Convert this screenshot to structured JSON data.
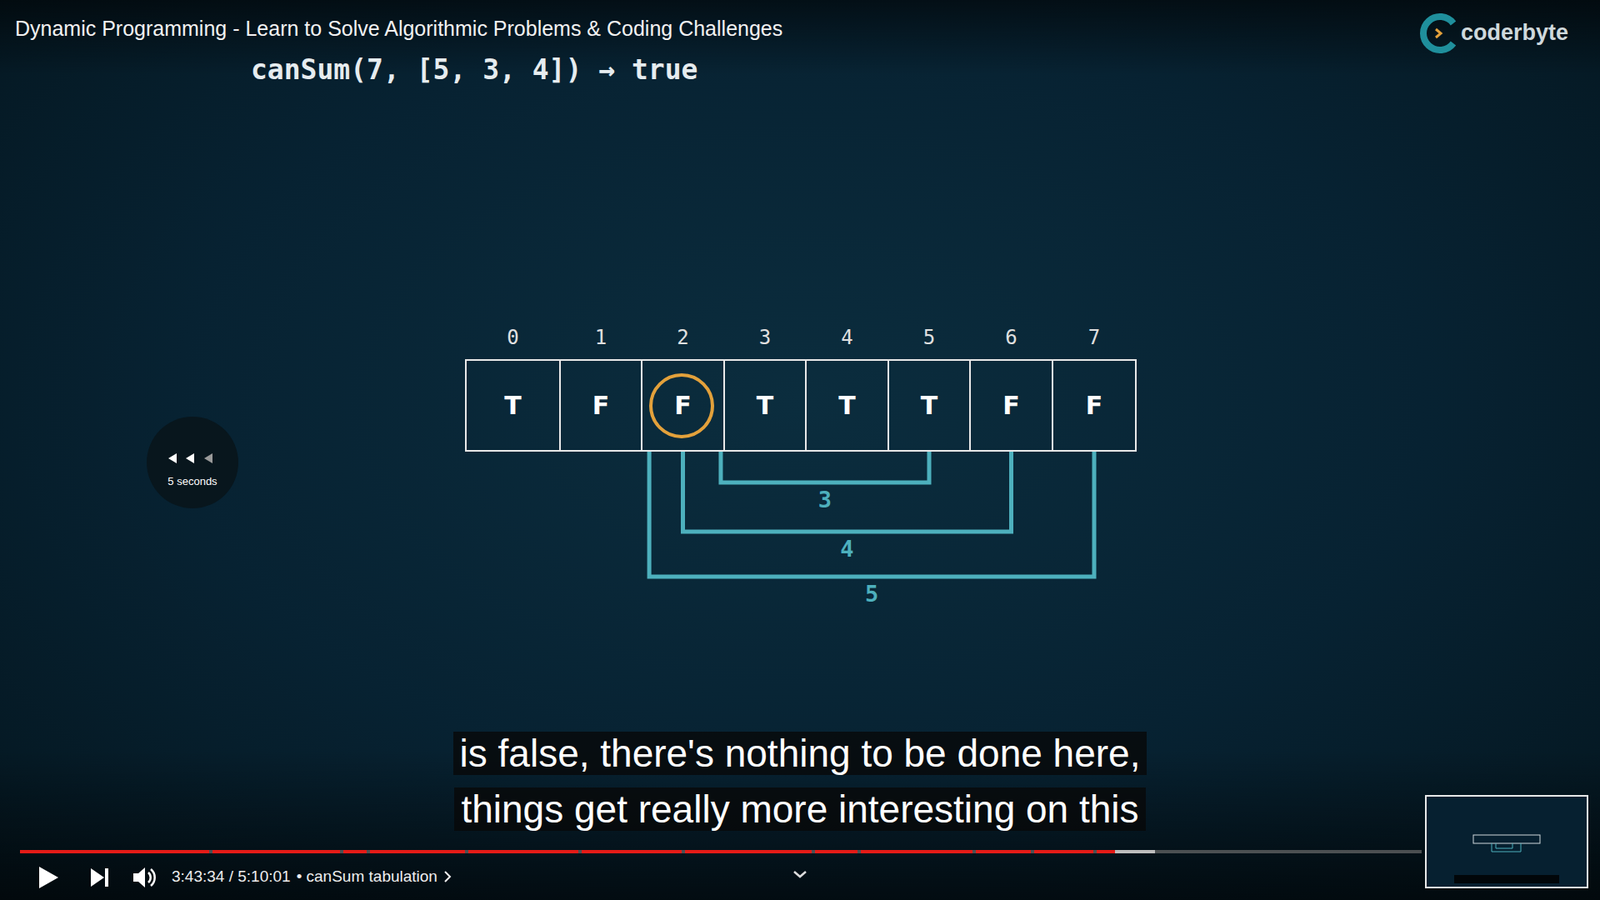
{
  "diagram": {
    "title": "Dynamic Programming - Learn to Solve Algorithmic Problems & Coding Challenges",
    "caption": "is false, there's nothing to be done here, things get really more interesting on this",
    "nodes": [
      {
        "text": [
          "0",
          "T"
        ]
      },
      {
        "text": [
          "1",
          "F"
        ]
      },
      {
        "text": [
          "2",
          "F"
        ]
      },
      {
        "text": [
          "3",
          "T"
        ]
      },
      {
        "text": [
          "4",
          "T"
        ]
      },
      {
        "text": [
          "5",
          "T"
        ]
      },
      {
        "text": [
          "6",
          "F"
        ]
      },
      {
        "text": [
          "7",
          "F"
        ]
      }
    ],
    "edges": [
      {
        "from": 2,
        "to": 5,
        "label": "3",
        "arrow": "none"
      },
      {
        "from": 2,
        "to": 6,
        "label": "4",
        "arrow": "none"
      },
      {
        "from": 2,
        "to": 7,
        "label": "5",
        "arrow": "none"
      }
    ],
    "labels": [
      "canSum(7, [5, 3, 4]) → true",
      "coderbyte",
      "5 seconds",
      "3:43:34 / 5:10:01",
      "• canSum tabulation"
    ]
  }
}
